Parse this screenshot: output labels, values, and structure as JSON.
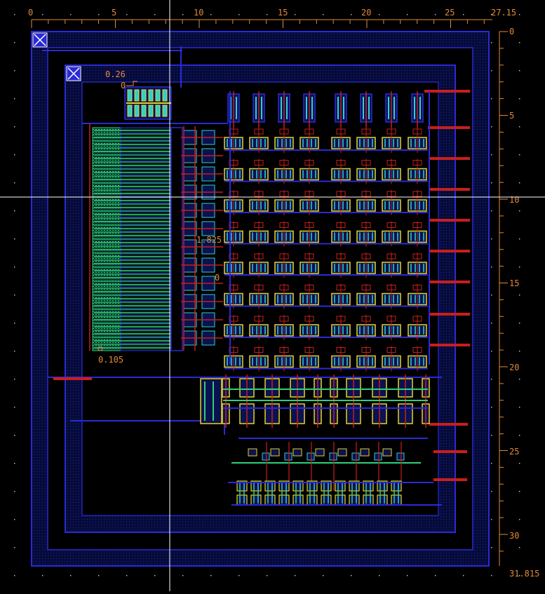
{
  "rulers": {
    "top_labels": [
      "0",
      "5",
      "10",
      "15",
      "20",
      "25",
      "27.15"
    ],
    "right_labels": [
      "0",
      "5",
      "10",
      "15",
      "20",
      "25",
      "30",
      "31.815"
    ]
  },
  "dimensions": {
    "d1": "0.26",
    "d2": "0",
    "d3": "1.825",
    "d4": "0",
    "d5": "0.105"
  },
  "colors": {
    "background": "#000000",
    "ruler": "#e08a3a",
    "metal_blue": "#2a2ad8",
    "poly_red": "#c81e1e",
    "diffusion_green": "#1fd36a",
    "contact_yellow": "#e8d320",
    "via_cyan": "#2fd0d0",
    "crosshair": "#ffffff",
    "nwell_fill": "#0a1250"
  },
  "icons": [
    "corner-marker-icon",
    "crosshair-cursor-icon"
  ]
}
